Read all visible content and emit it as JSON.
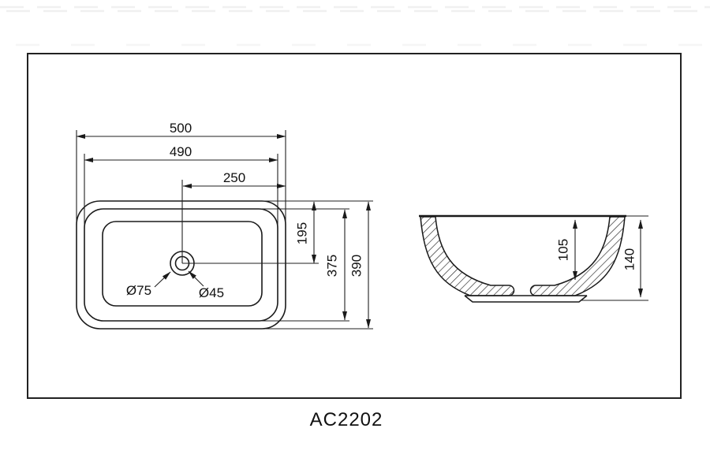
{
  "page": {
    "background_color": "#ffffff",
    "line_color": "#1a1a1a"
  },
  "drawing": {
    "model_label": "AC2202",
    "top_view": {
      "dim_overall_width": "500",
      "dim_rim_width": "490",
      "dim_center_to_edge": "250",
      "dim_edge_to_center": "195",
      "dim_rim_depth": "375",
      "dim_overall_depth": "390",
      "label_drain_outer": "Ø75",
      "label_drain_inner": "Ø45"
    },
    "side_view": {
      "dim_inner_depth": "105",
      "dim_overall_height": "140"
    }
  }
}
